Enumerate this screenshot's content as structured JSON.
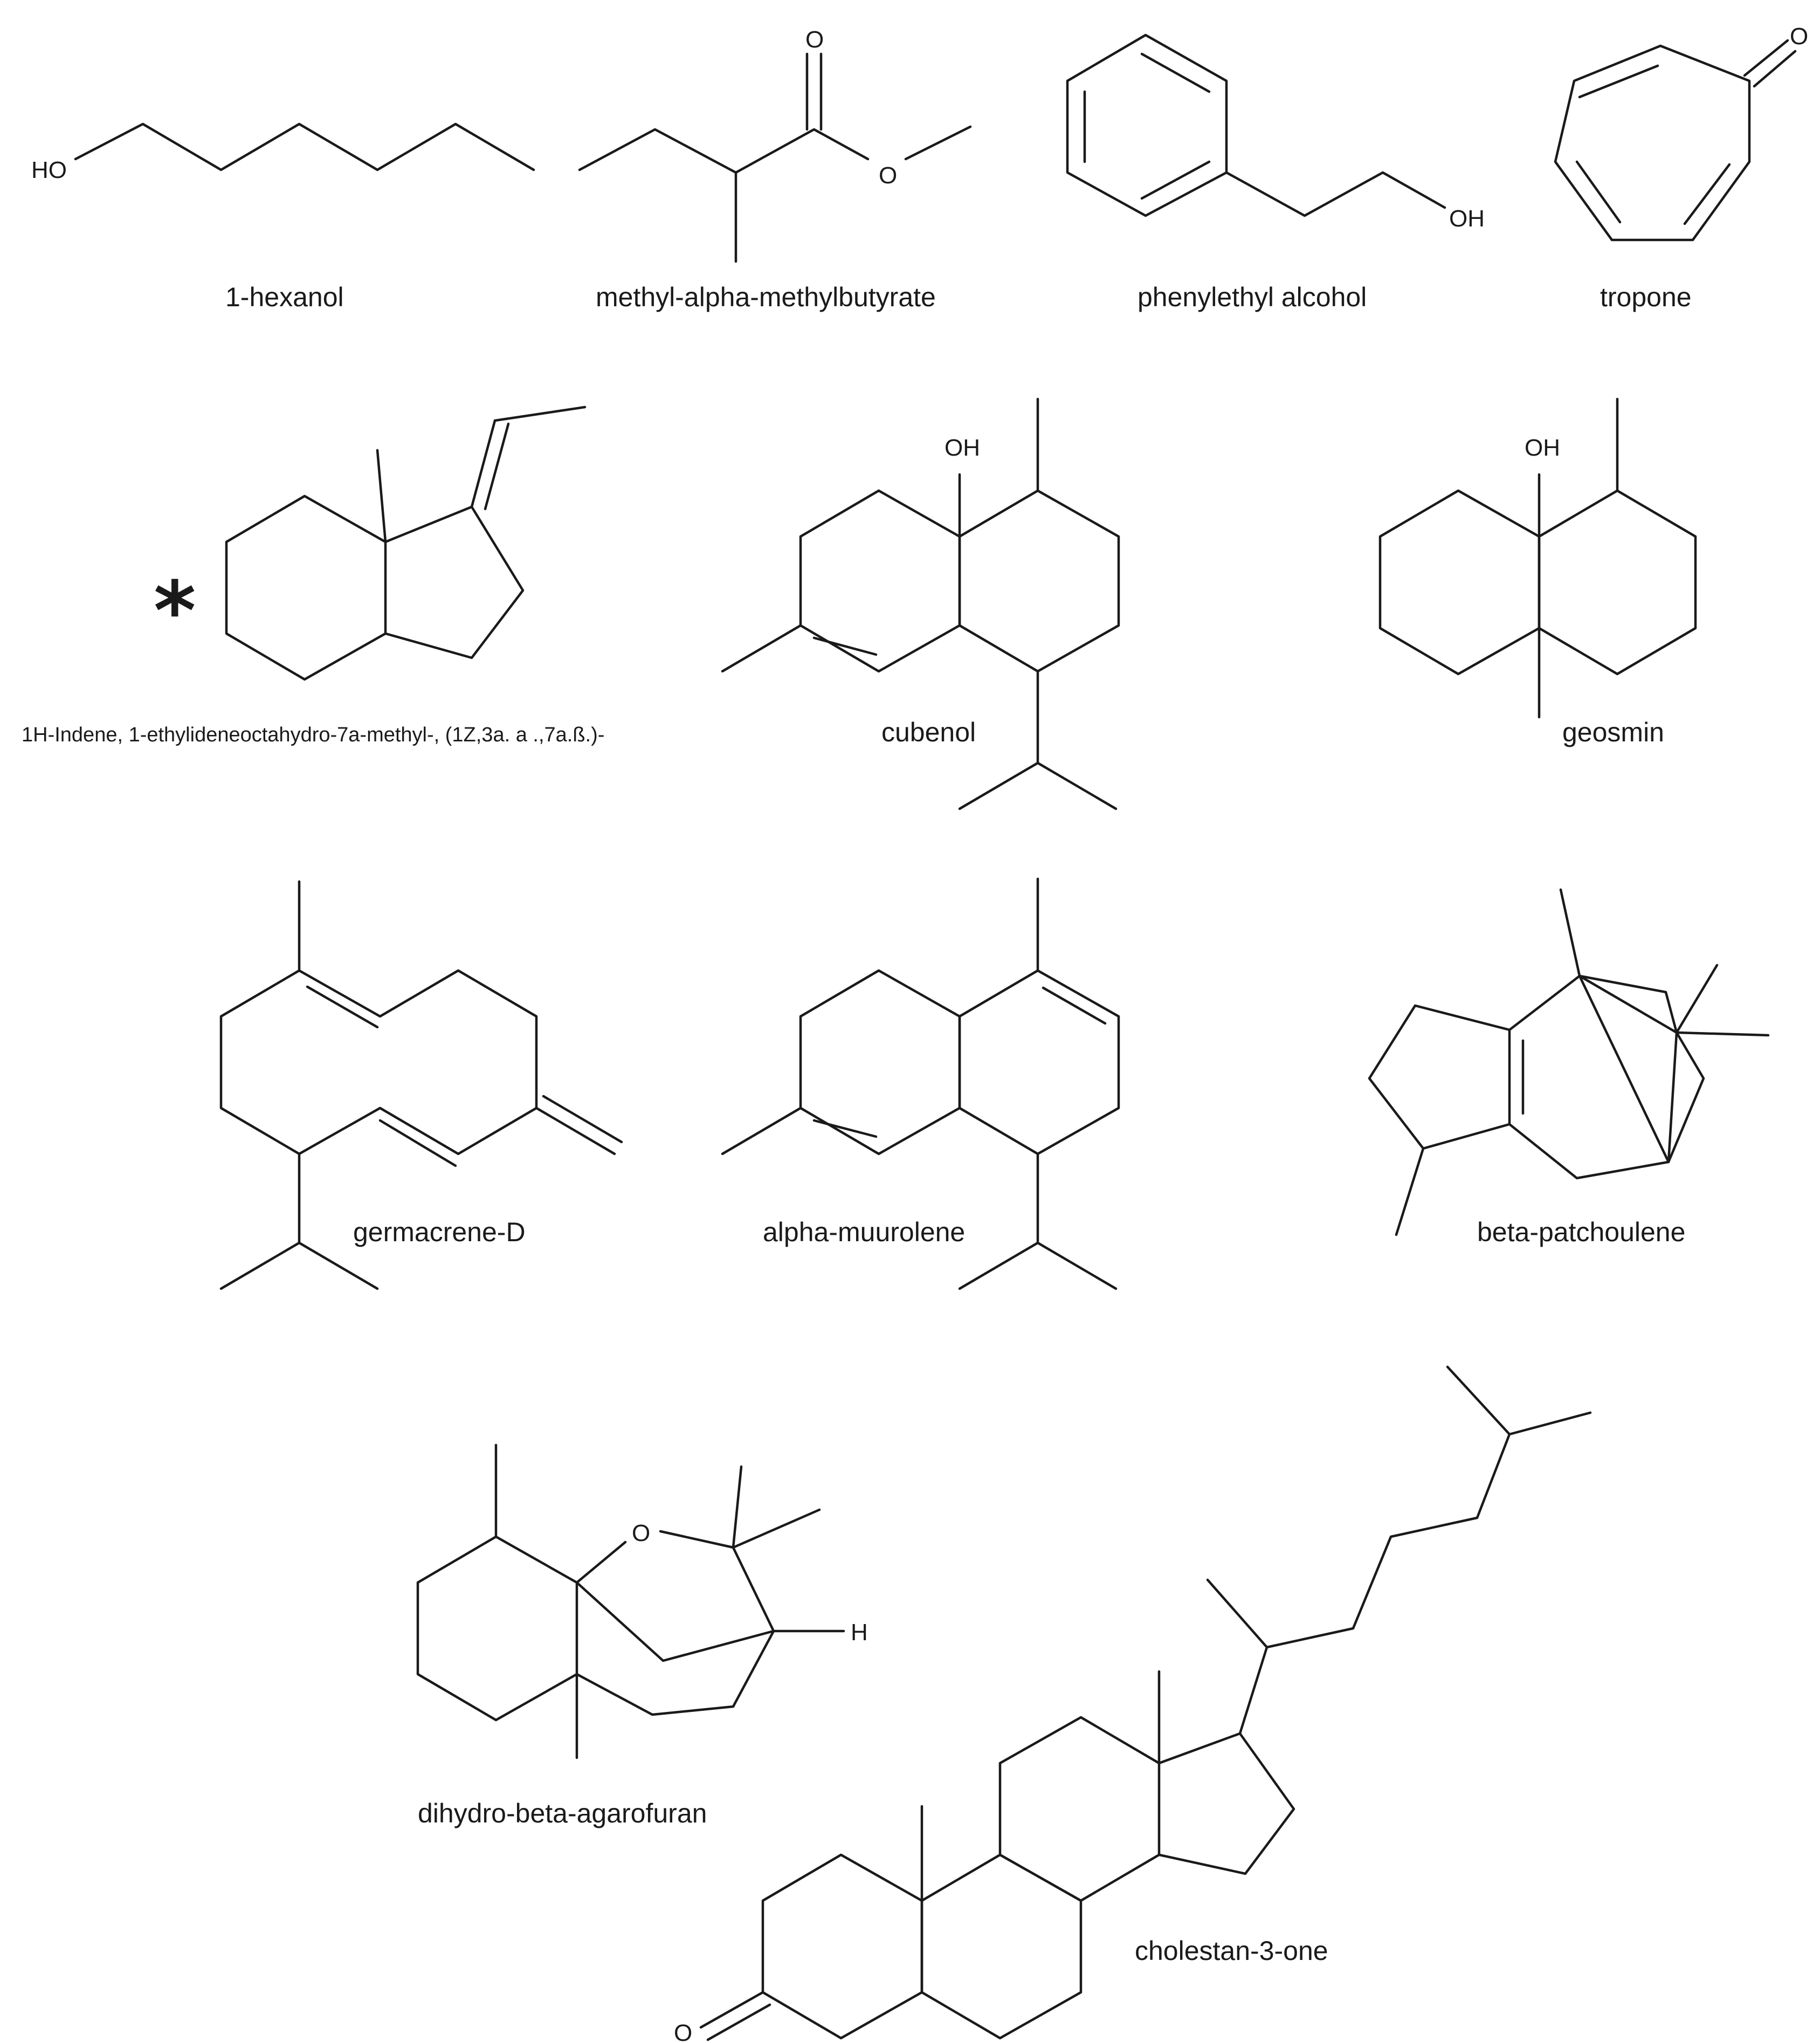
{
  "compounds": [
    {
      "id": "1-hexanol",
      "name": "1-hexanol",
      "atoms": [
        "HO"
      ]
    },
    {
      "id": "methyl-alpha-methylbutyrate",
      "name": "methyl-alpha-methylbutyrate",
      "atoms": [
        "O",
        "O"
      ]
    },
    {
      "id": "phenylethyl-alcohol",
      "name": "phenylethyl alcohol",
      "atoms": [
        "OH"
      ]
    },
    {
      "id": "tropone",
      "name": "tropone",
      "atoms": [
        "O"
      ]
    },
    {
      "id": "indene",
      "name": "1H-Indene, 1-ethylideneoctahydro-7a-methyl-, (1Z,3a. a .,7a.ß.)-",
      "marker": "*"
    },
    {
      "id": "cubenol",
      "name": "cubenol",
      "atoms": [
        "OH"
      ]
    },
    {
      "id": "geosmin",
      "name": "geosmin",
      "atoms": [
        "OH"
      ]
    },
    {
      "id": "germacrene-d",
      "name": "germacrene-D"
    },
    {
      "id": "alpha-muurolene",
      "name": "alpha-muurolene"
    },
    {
      "id": "beta-patchoulene",
      "name": "beta-patchoulene"
    },
    {
      "id": "dihydro-beta-agarofuran",
      "name": "dihydro-beta-agarofuran",
      "atoms": [
        "O",
        "H"
      ]
    },
    {
      "id": "cholestan-3-one",
      "name": "cholestan-3-one",
      "atoms": [
        "O"
      ]
    }
  ]
}
